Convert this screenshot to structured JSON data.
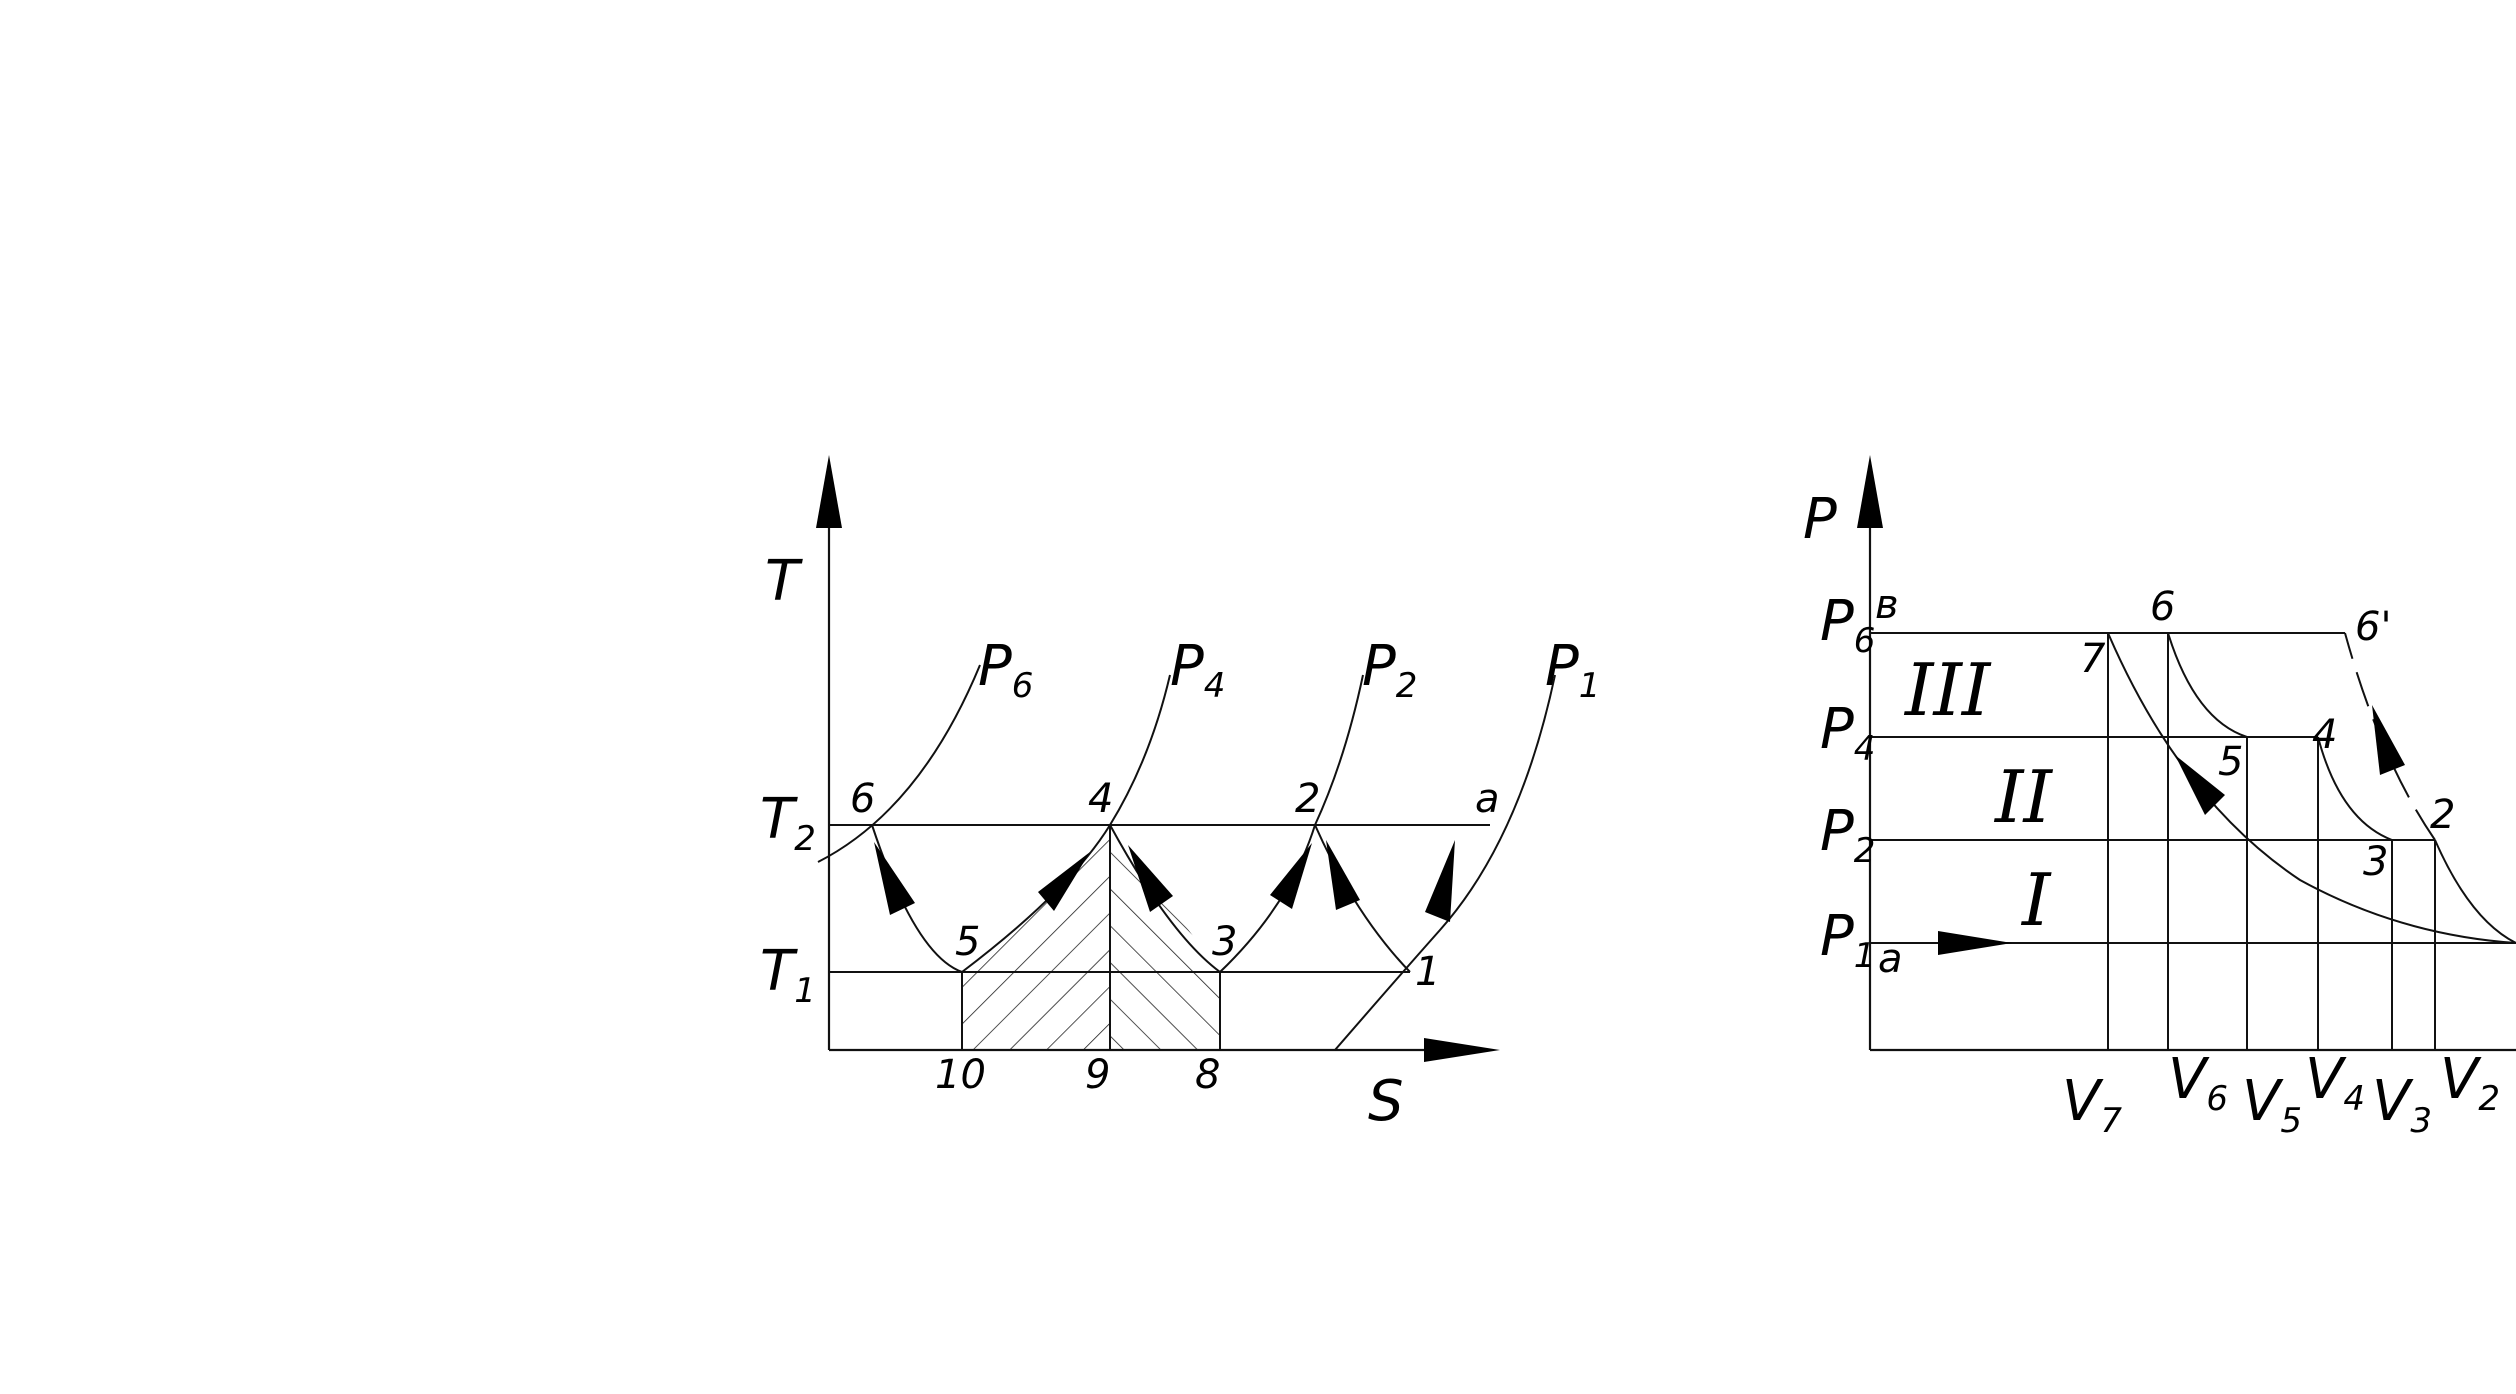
{
  "ts_diagram": {
    "axis_y": "T",
    "axis_x": "S",
    "t_top": "T",
    "t_top_sub": "2",
    "t_bot": "T",
    "t_bot_sub": "1",
    "isobars": [
      {
        "p": "P",
        "sub": "6"
      },
      {
        "p": "P",
        "sub": "4"
      },
      {
        "p": "P",
        "sub": "2"
      },
      {
        "p": "P",
        "sub": "1"
      }
    ],
    "points": {
      "p6": "6",
      "p5": "5",
      "p4": "4",
      "p3": "3",
      "p2": "2",
      "p1": "1",
      "pa": "a",
      "p10": "10",
      "p9": "9",
      "p8": "8"
    }
  },
  "pv_diagram": {
    "axis_y": "P",
    "pressures": [
      {
        "p": "P",
        "sub": "6"
      },
      {
        "p": "P",
        "sub": "4"
      },
      {
        "p": "P",
        "sub": "2"
      },
      {
        "p": "P",
        "sub": "1"
      }
    ],
    "stages": [
      "III",
      "II",
      "I"
    ],
    "points": {
      "pv": "в",
      "p6": "6",
      "p6prime": "6'",
      "p7": "7",
      "p5": "5",
      "p4": "4",
      "p3": "3",
      "p2": "2",
      "pa": "a"
    },
    "volumes": [
      {
        "v": "V",
        "sub": "7"
      },
      {
        "v": "V",
        "sub": "6"
      },
      {
        "v": "V",
        "sub": "5"
      },
      {
        "v": "V",
        "sub": "4"
      },
      {
        "v": "V",
        "sub": "3"
      },
      {
        "v": "V",
        "sub": "2"
      }
    ]
  }
}
